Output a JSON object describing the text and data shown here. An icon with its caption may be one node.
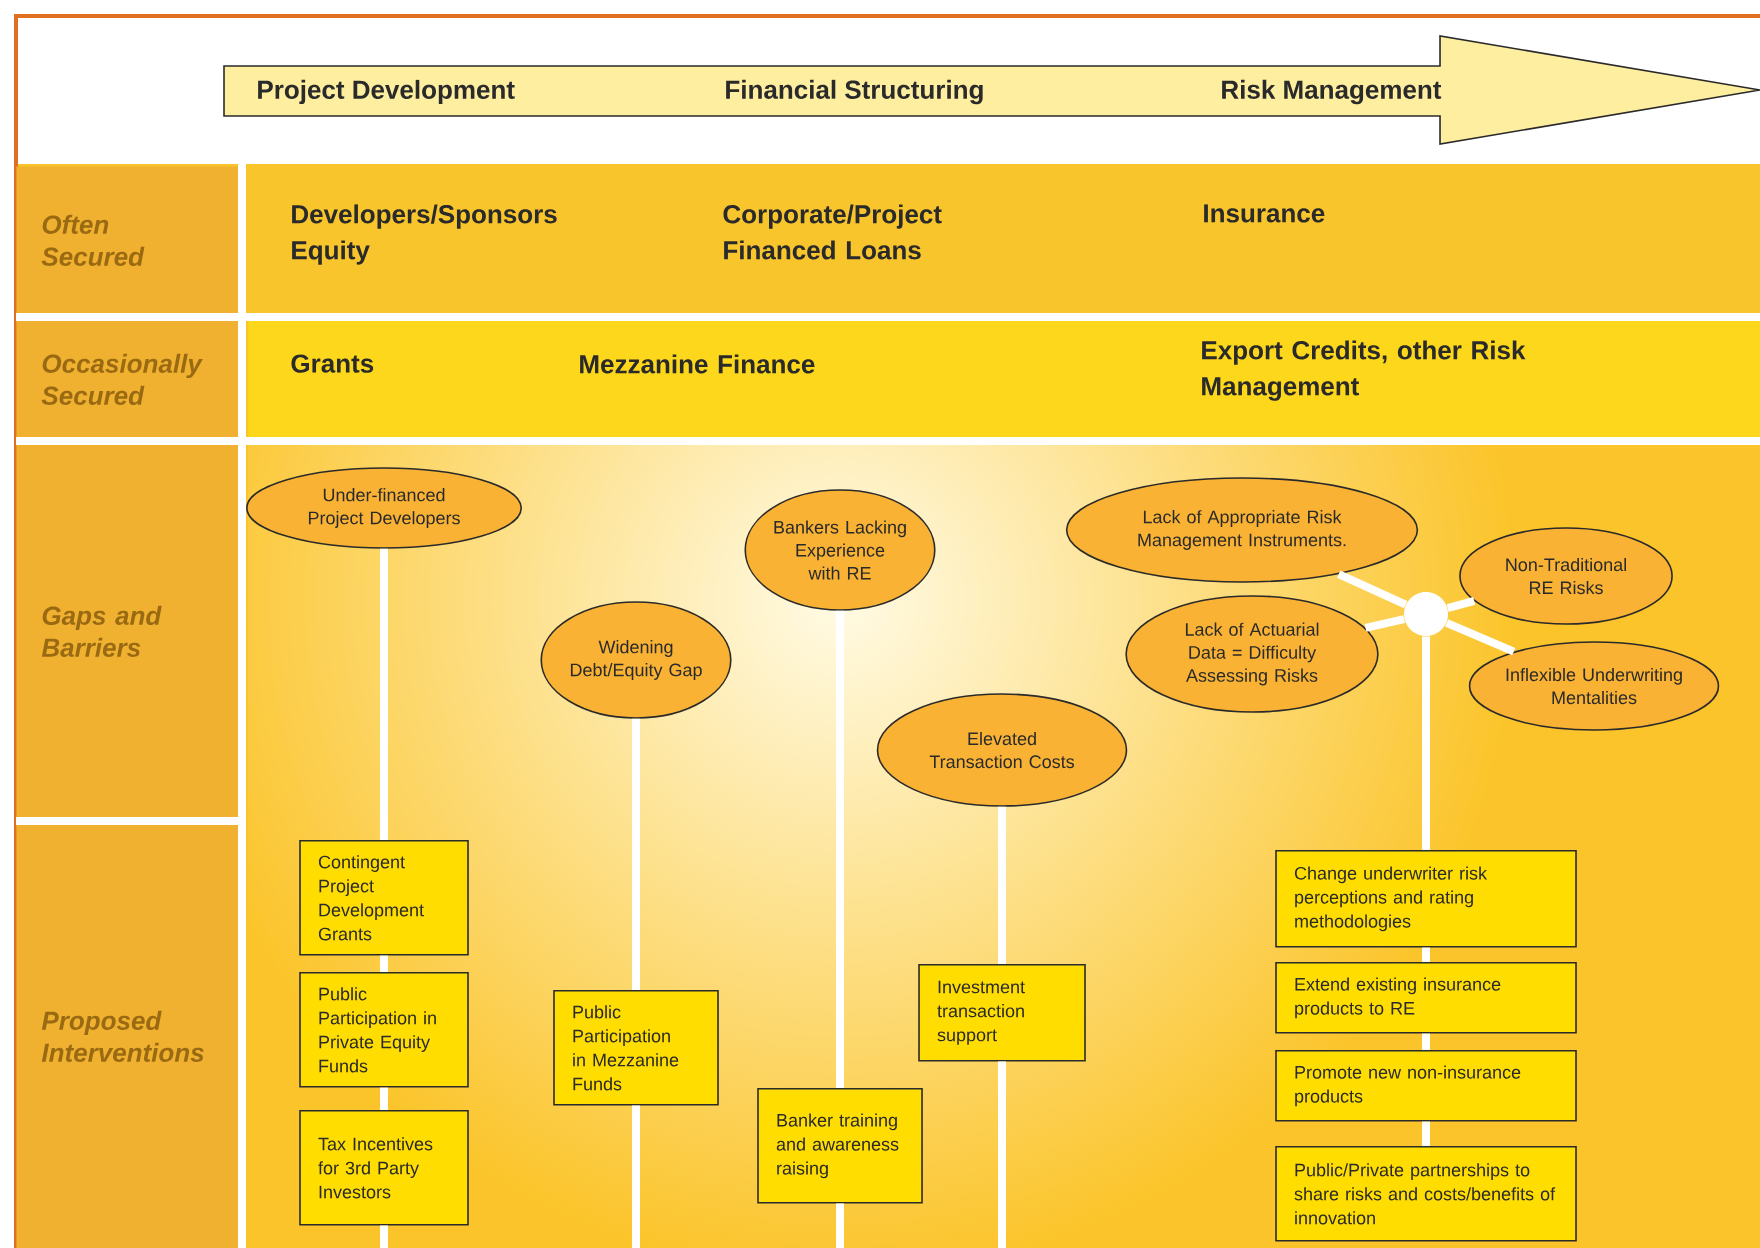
{
  "diagram": {
    "nodes": [
      {
        "text": [
          "Project Development",
          "Financial Structuring",
          "Risk Management"
        ]
      },
      {
        "text": [
          "Often Secured"
        ]
      },
      {
        "text": [
          "Developers/Sponsors Equity",
          "Corporate/Project Financed Loans",
          "Insurance"
        ]
      },
      {
        "text": [
          "Occasionally Secured"
        ]
      },
      {
        "text": [
          "Grants",
          "Mezzanine Finance",
          "Export Credits, other Risk Management"
        ]
      },
      {
        "text": [
          "Gaps and Barriers"
        ]
      },
      {
        "text": [
          "Proposed Interventions"
        ]
      },
      {
        "text": [
          "Under-financed Project Developers"
        ]
      },
      {
        "text": [
          "Widening Debt/Equity Gap"
        ]
      },
      {
        "text": [
          "Bankers Lacking Experience with RE"
        ]
      },
      {
        "text": [
          "Elevated Transaction Costs"
        ]
      },
      {
        "text": [
          "Lack of Appropriate Risk Management Instruments."
        ]
      },
      {
        "text": [
          "Non-Traditional RE Risks"
        ]
      },
      {
        "text": [
          "Lack of Actuarial Data = Difficulty Assessing Risks"
        ]
      },
      {
        "text": [
          "Inflexible Underwriting Mentalities"
        ]
      },
      {
        "text": [],
        "shape": "circle"
      },
      {
        "text": [
          "Contingent Project Development Grants"
        ]
      },
      {
        "text": [
          "Public Participation in Private Equity Funds"
        ]
      },
      {
        "text": [
          "Tax Incentives for 3rd Party Investors"
        ]
      },
      {
        "text": [
          "Public Participation in Mezzanine Funds"
        ]
      },
      {
        "text": [
          "Banker training and awareness raising"
        ]
      },
      {
        "text": [
          "Investment transaction support"
        ]
      },
      {
        "text": [
          "Change underwriter risk perceptions and rating methodologies"
        ]
      },
      {
        "text": [
          "Extend existing insurance products to RE"
        ]
      },
      {
        "text": [
          "Promote new non-insurance products"
        ]
      },
      {
        "text": [
          "Public/Private partnerships to share risks and costs/benefits of innovation"
        ]
      }
    ],
    "edges": [
      {
        "from": 7,
        "to": 16,
        "arrow": "none"
      },
      {
        "from": 16,
        "to": 17,
        "arrow": "none"
      },
      {
        "from": 17,
        "to": 18,
        "arrow": "none"
      },
      {
        "from": 18,
        "to": null,
        "arrow": "none"
      },
      {
        "from": 8,
        "to": 19,
        "arrow": "none"
      },
      {
        "from": 19,
        "to": null,
        "arrow": "none"
      },
      {
        "from": 9,
        "to": 20,
        "arrow": "none"
      },
      {
        "from": 20,
        "to": null,
        "arrow": "none"
      },
      {
        "from": 10,
        "to": 21,
        "arrow": "none"
      },
      {
        "from": 21,
        "to": null,
        "arrow": "none"
      },
      {
        "from": 11,
        "to": 15,
        "arrow": "none"
      },
      {
        "from": 12,
        "to": 15,
        "arrow": "none"
      },
      {
        "from": 13,
        "to": 15,
        "arrow": "none"
      },
      {
        "from": 14,
        "to": 15,
        "arrow": "none"
      },
      {
        "from": 15,
        "to": 22,
        "arrow": "none"
      },
      {
        "from": 22,
        "to": 23,
        "arrow": "none"
      },
      {
        "from": 23,
        "to": 24,
        "arrow": "none"
      },
      {
        "from": 24,
        "to": 25,
        "arrow": "none"
      }
    ]
  }
}
